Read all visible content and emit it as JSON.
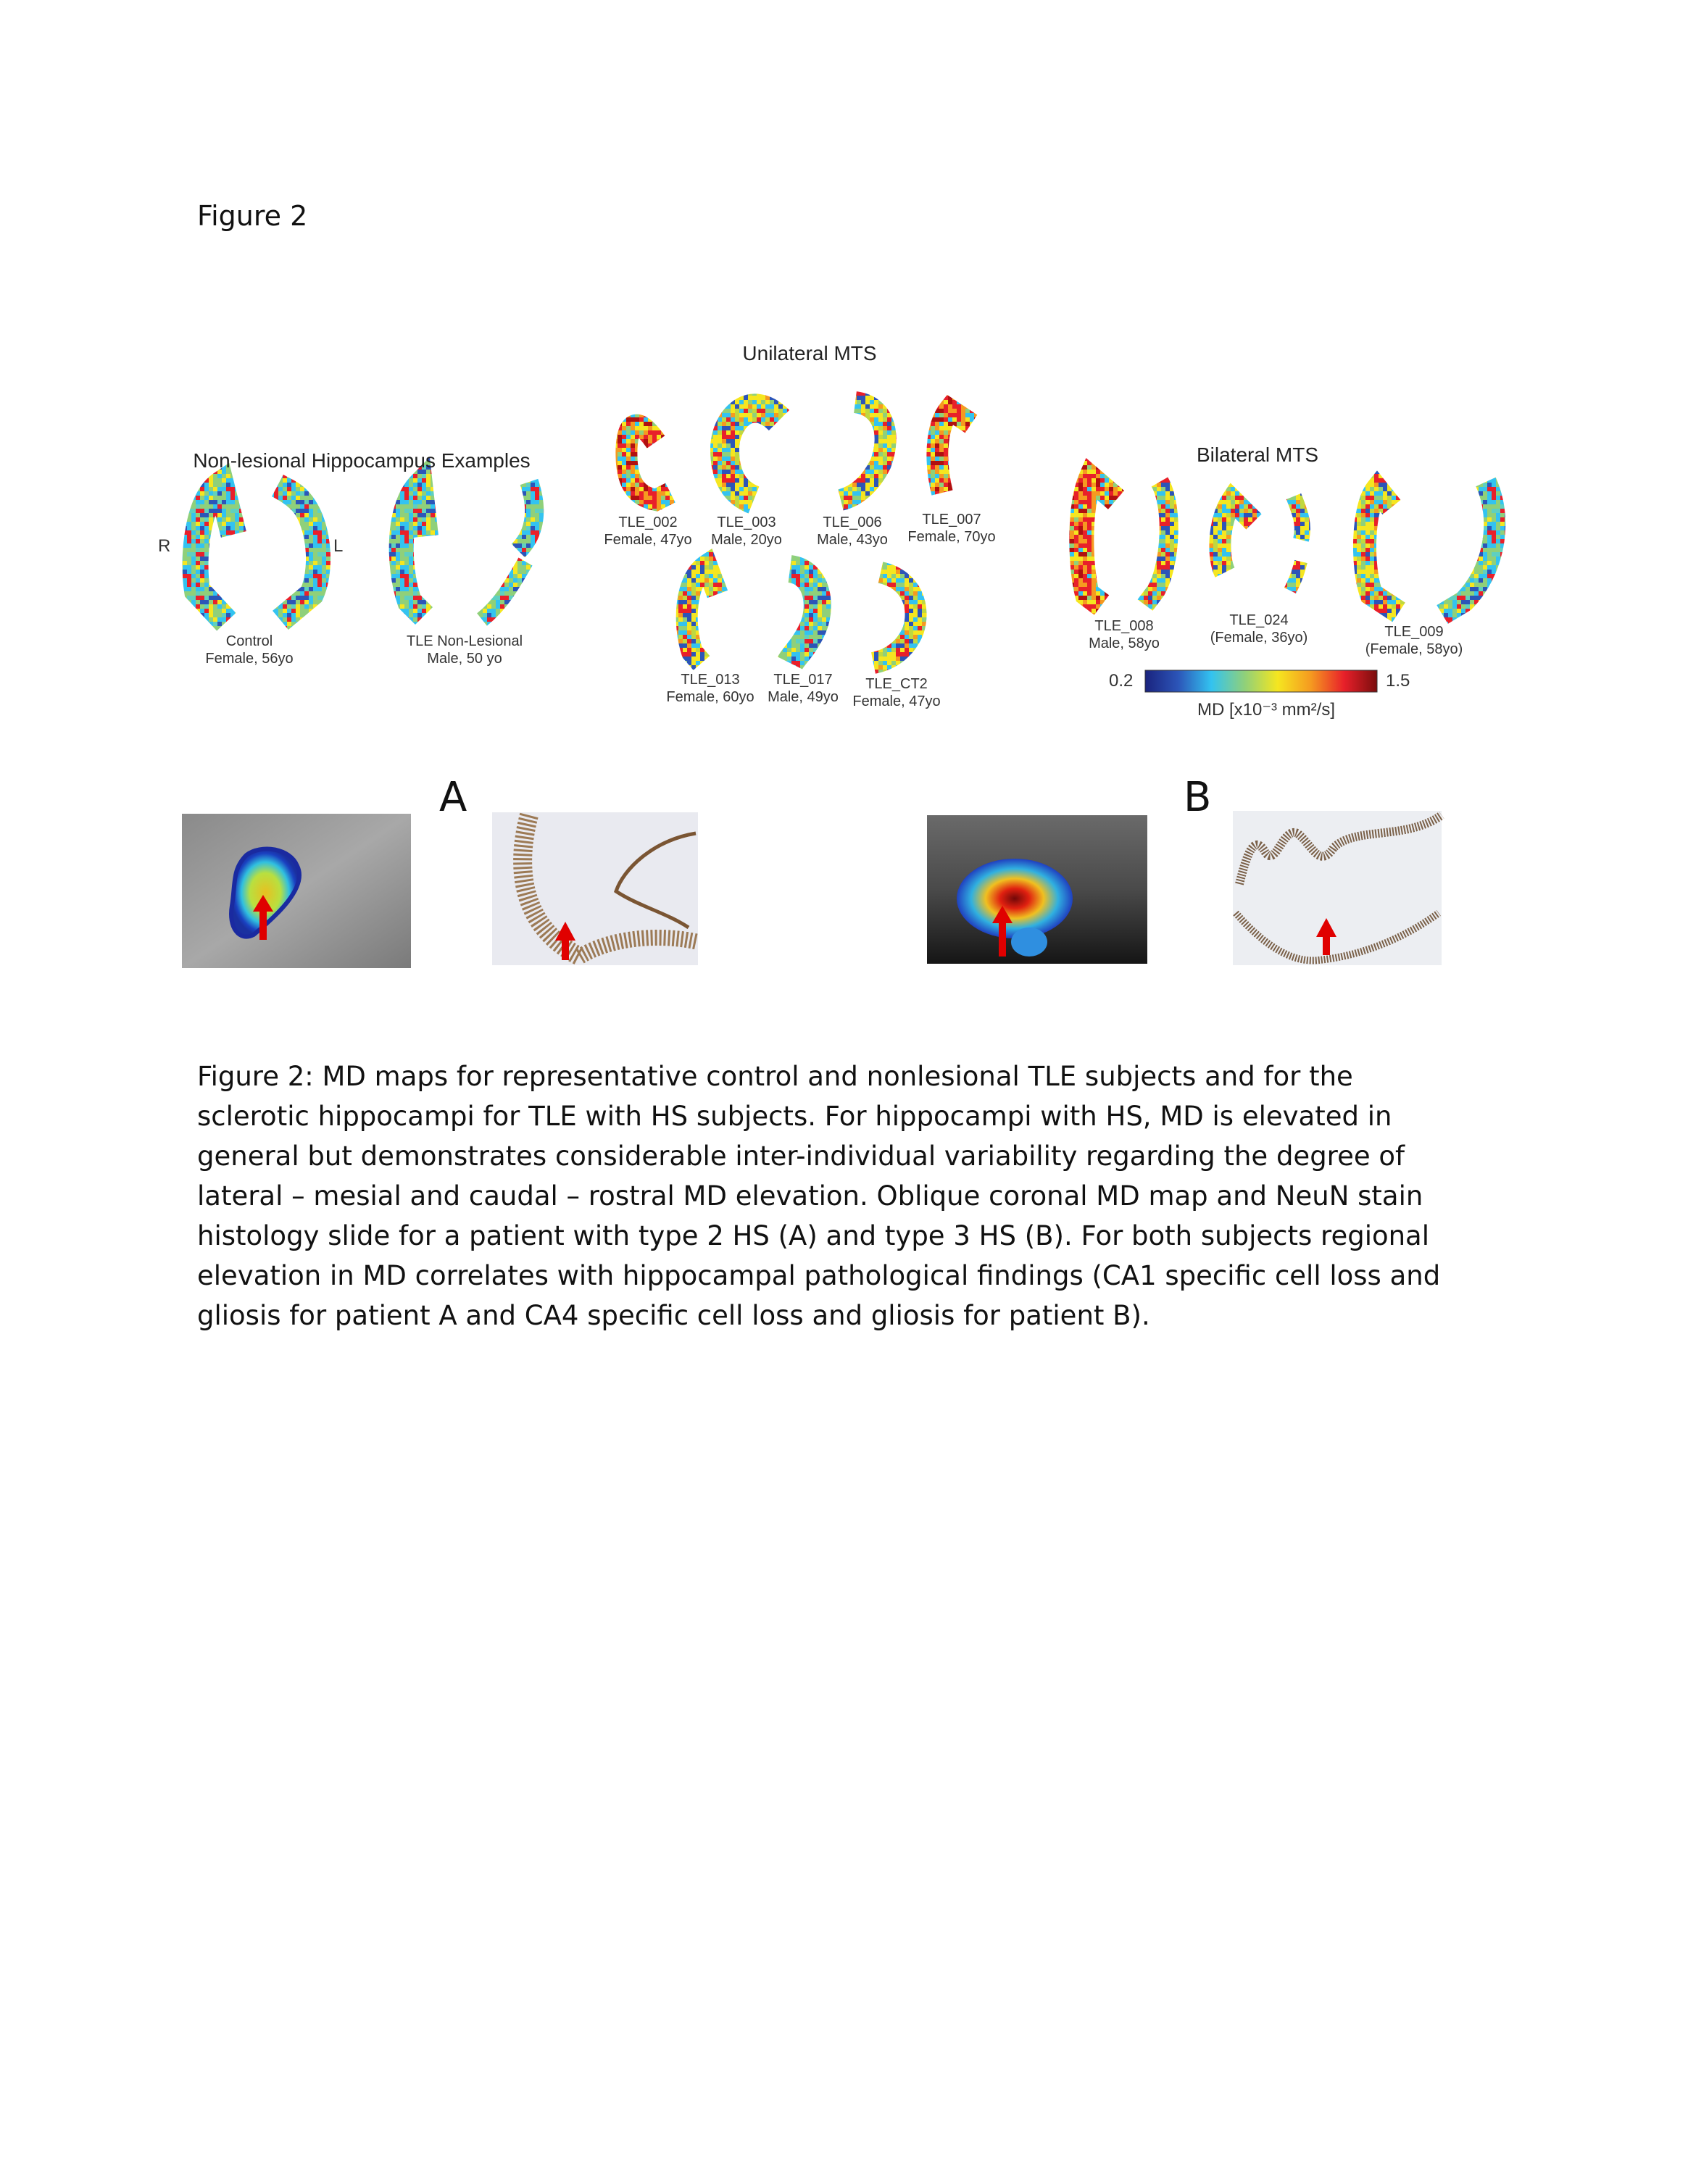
{
  "figure_label": "Figure 2",
  "groups": {
    "nonlesional": {
      "title": "Non-lesional Hippocampus Examples",
      "side_right": "R",
      "side_left": "L",
      "subjects": [
        {
          "id": "Control",
          "info": "Female, 56yo"
        },
        {
          "id": "TLE Non-Lesional",
          "info": "Male, 50 yo"
        }
      ]
    },
    "unilateral": {
      "title": "Unilateral MTS",
      "subjects": [
        {
          "id": "TLE_002",
          "info": "Female, 47yo"
        },
        {
          "id": "TLE_003",
          "info": "Male, 20yo"
        },
        {
          "id": "TLE_006",
          "info": "Male, 43yo"
        },
        {
          "id": "TLE_007",
          "info": "Female, 70yo"
        },
        {
          "id": "TLE_013",
          "info": "Female, 60yo"
        },
        {
          "id": "TLE_017",
          "info": "Male, 49yo"
        },
        {
          "id": "TLE_CT2",
          "info": "Female, 47yo"
        }
      ]
    },
    "bilateral": {
      "title": "Bilateral MTS",
      "subjects": [
        {
          "id": "TLE_008",
          "info": "Male, 58yo"
        },
        {
          "id": "TLE_024",
          "info": "(Female, 36yo)"
        },
        {
          "id": "TLE_009",
          "info": "(Female, 58yo)"
        }
      ]
    }
  },
  "colorbar": {
    "min": "0.2",
    "max": "1.5",
    "label": "MD [x10⁻³ mm²/s]",
    "colors": [
      "#1a237e",
      "#2c55b8",
      "#33c3f0",
      "#8fd07a",
      "#f5e620",
      "#f59a20",
      "#e8202a",
      "#7a0d0d"
    ]
  },
  "panels": {
    "a": "A",
    "b": "B"
  },
  "caption": "Figure 2: MD maps for representative control and nonlesional TLE subjects and for the sclerotic hippocampi for TLE with HS subjects.  For hippocampi with HS, MD is elevated in general but demonstrates considerable inter-individual variability regarding the degree of lateral – mesial and caudal – rostral MD elevation.  Oblique coronal MD map and NeuN stain histology slide for a patient with type 2 HS (A) and type 3 HS (B).  For both subjects regional elevation in MD correlates with hippocampal pathological findings (CA1 specific cell loss and gliosis for patient A and CA4 specific cell loss and gliosis for patient B)."
}
